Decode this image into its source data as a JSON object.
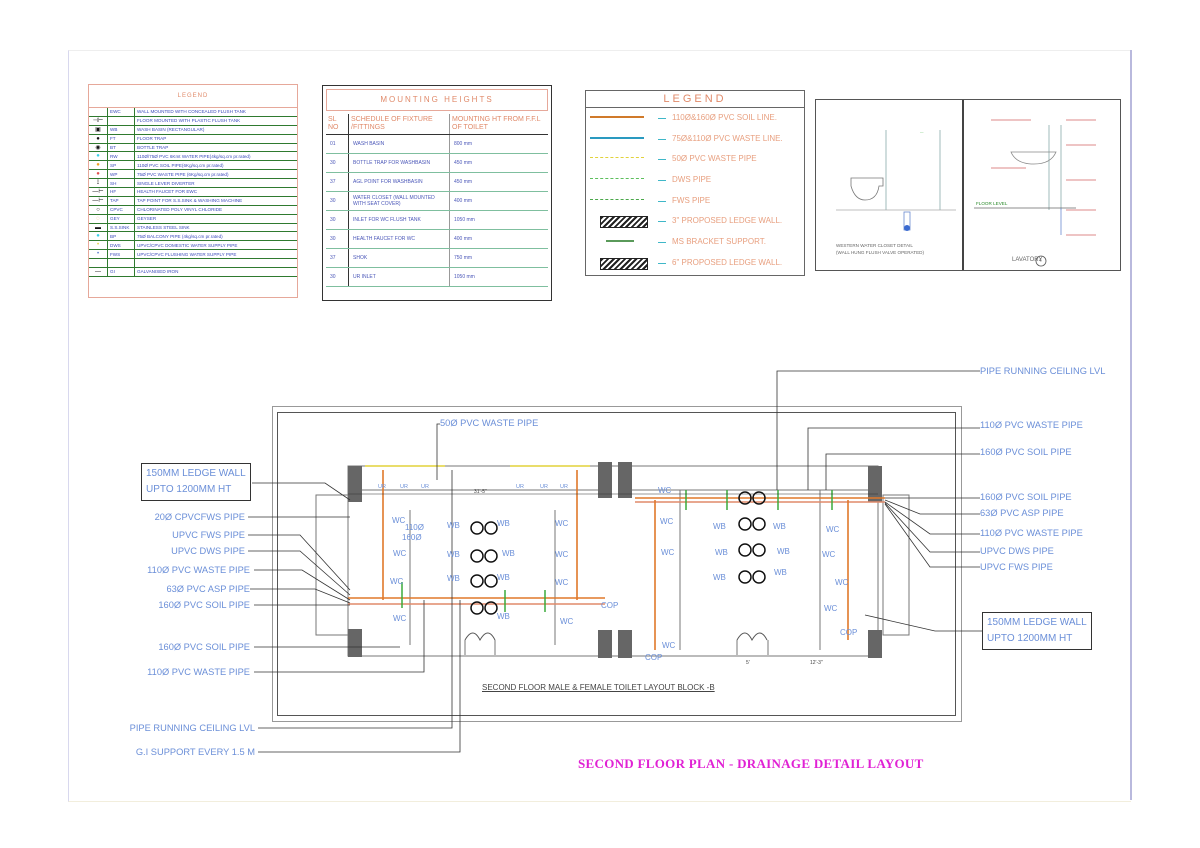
{
  "legend_symbols": {
    "title": "LEGEND",
    "rows": [
      {
        "icon": "wall-wc-icon",
        "code": "EWC",
        "desc": "WALL MOUNTED WITH CONCEALED FLUSH TANK"
      },
      {
        "icon": "floor-wc-icon",
        "code": "",
        "desc": "FLOOR MOUNTED WITH PLASTIC FLUSH TANK"
      },
      {
        "icon": "wash-basin-icon",
        "code": "WB",
        "desc": "WASH BASIN (RECTANGULAR)"
      },
      {
        "icon": "floor-trap-icon",
        "code": "FT",
        "desc": "FLOOR TRAP"
      },
      {
        "icon": "bottle-trap-icon",
        "code": "BT",
        "desc": "BOTTLE TRAP"
      },
      {
        "icon": "rain-water-pipe-icon",
        "code": "RW",
        "desc": "110Ø/75Ø PVC 6Kmt WATER PIPE(4kg/sq.cm pr.rated)"
      },
      {
        "icon": "soil-pipe-icon",
        "code": "SP",
        "desc": "110Ø PVC SOIL PIPE(6Kg/sq.cm pr.rated)"
      },
      {
        "icon": "waste-pipe-icon",
        "code": "WP",
        "desc": "75Ø PVC WASTE PIPE (6Kg/sq.cm pr.rated)"
      },
      {
        "icon": "single-lever-icon",
        "code": "SH",
        "desc": "SINGLE LEVER DIVERTER"
      },
      {
        "icon": "health-faucet-icon",
        "code": "HF",
        "desc": "HEALTH FAUCET FOR EWC"
      },
      {
        "icon": "tap-point-icon",
        "code": "TAP",
        "desc": "TAP POINT FOR S.S.SINK & WASHING MACHINE"
      },
      {
        "icon": "cpvc-icon",
        "code": "CPVC",
        "desc": "CHLORINATED POLY VINYL CHLORIDE"
      },
      {
        "icon": "geyser-icon",
        "code": "GEY",
        "desc": "GEYSER"
      },
      {
        "icon": "sink-icon",
        "code": "S.S.SINK",
        "desc": "STAINLESS STEEL SINK"
      },
      {
        "icon": "balcony-pipe-icon",
        "code": "BP",
        "desc": "75Ø BALCONY PIPE (4kg/sq.cm pr.rated)"
      },
      {
        "icon": "dws-icon",
        "code": "DWS",
        "desc": "UPVC/CPVC DOMESTIC WATER SUPPLY PIPE"
      },
      {
        "icon": "fws-icon",
        "code": "FWS",
        "desc": "UPVC/CPVC FLUSHING WATER SUPPLY PIPE"
      },
      {
        "icon": "blank",
        "code": "",
        "desc": ""
      },
      {
        "icon": "gi-icon",
        "code": "GI",
        "desc": "GALVANISED IRON"
      }
    ]
  },
  "mounting_heights": {
    "title": "MOUNTING HEIGHTS",
    "headers": {
      "no": "SL NO",
      "desc": "SCHEDULE OF FIXTURE /FITTINGS",
      "height": "MOUNTING HT FROM F.F.L OF TOILET"
    },
    "rows": [
      {
        "no": "01",
        "desc": "WASH BASIN",
        "height": "800 mm"
      },
      {
        "no": "30",
        "desc": "BOTTLE TRAP FOR WASHBASIN",
        "height": "450 mm"
      },
      {
        "no": "37",
        "desc": "AGL POINT FOR WASHBASIN",
        "height": "450 mm"
      },
      {
        "no": "30",
        "desc": "WATER CLOSET (WALL MOUNTED WITH SEAT COVER)",
        "height": "400 mm"
      },
      {
        "no": "30",
        "desc": "INLET FOR WC FLUSH TANK",
        "height": "1050 mm"
      },
      {
        "no": "30",
        "desc": "HEALTH FAUCET FOR WC",
        "height": "400 mm"
      },
      {
        "no": "37",
        "desc": "SHOK",
        "height": "750 mm"
      },
      {
        "no": "30",
        "desc": "UR INLET",
        "height": "1050 mm"
      }
    ]
  },
  "legend_pipes": {
    "title": "LEGEND",
    "rows": [
      {
        "type": "line",
        "color": "#d07a2a",
        "label": "110Ø&160Ø PVC SOIL LINE."
      },
      {
        "type": "line",
        "color": "#2a9ac0",
        "label": "75Ø&110Ø PVC WASTE LINE."
      },
      {
        "type": "dash",
        "color": "#e2d23a",
        "label": "50Ø PVC WASTE PIPE"
      },
      {
        "type": "dash",
        "color": "#5cbf5c",
        "label": "DWS PIPE"
      },
      {
        "type": "dash",
        "color": "#4aa84a",
        "label": "FWS PIPE"
      },
      {
        "type": "hatch",
        "color": "#222222",
        "label": "3\" PROPOSED LEDGE WALL."
      },
      {
        "type": "solid",
        "color": "#5a9a5a",
        "label": "MS BRACKET SUPPORT."
      },
      {
        "type": "hatch",
        "color": "#222222",
        "label": "6\" PROPOSED LEDGE WALL."
      }
    ]
  },
  "details": {
    "wc_caption_1": "WESTERN WATER CLOSET DETAIL",
    "wc_caption_2": "(WALL HUNG FLUSH VALVE OPERATED)",
    "lav_caption": "LAVATORY",
    "lav_number": "4",
    "floor_label": "FLOOR LEVEL"
  },
  "plan": {
    "subtitle": "SECOND FLOOR MALE & FEMALE TOILET LAYOUT BLOCK -B",
    "dimension_top": "31'-5\"",
    "dimension_door": "5'",
    "dimension_right": "12'-3\"",
    "left_callouts": [
      "20Ø CPVCFWS PIPE",
      "UPVC FWS PIPE",
      "UPVC DWS PIPE",
      "110Ø PVC WASTE PIPE",
      "63Ø PVC ASP PIPE",
      "160Ø PVC SOIL PIPE",
      "160Ø PVC SOIL PIPE",
      "110Ø PVC WASTE PIPE",
      "PIPE RUNNING CEILING LVL",
      "G.I SUPPORT EVERY 1.5 M"
    ],
    "left_box": [
      "150MM LEDGE WALL",
      "UPTO 1200MM HT"
    ],
    "top_callout": "50Ø PVC WASTE PIPE",
    "right_callouts": [
      "PIPE RUNNING CEILING LVL",
      "110Ø PVC WASTE PIPE",
      "160Ø PVC SOIL PIPE",
      "160Ø PVC SOIL PIPE",
      "63Ø PVC ASP PIPE",
      "110Ø PVC WASTE PIPE",
      "UPVC DWS PIPE",
      "UPVC FWS PIPE"
    ],
    "right_box": [
      "150MM LEDGE WALL",
      "UPTO 1200MM HT"
    ],
    "fixture_labels": {
      "wc": "WC",
      "wb": "WB",
      "ur": "UR",
      "cop": "COP",
      "pipe_110": "110Ø",
      "pipe_160": "160Ø"
    }
  },
  "main_title": "SECOND  FLOOR PLAN - DRAINAGE DETAIL LAYOUT"
}
